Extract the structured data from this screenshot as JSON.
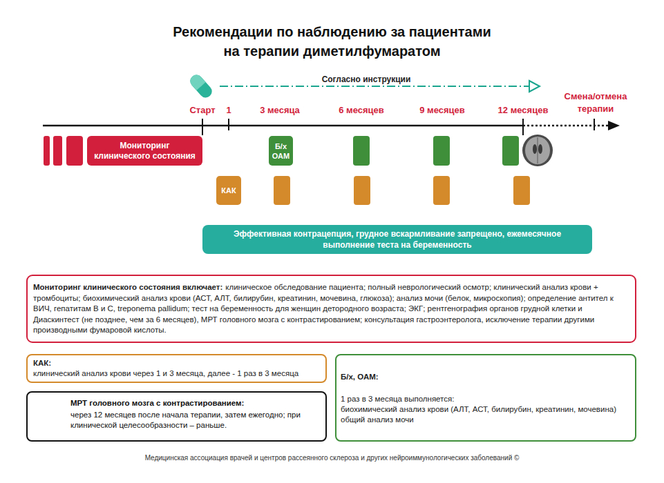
{
  "diagram": {
    "title": "Рекомендации по наблюдению за пациентами на терапии диметилфумаратом",
    "caption": "Медицинская ассоциация врачей и центров рассеянного склероза и других нейроиммунологических заболеваний ©",
    "nodes": [
      {
        "text": [
          "Мониторинг клинического состояния"
        ]
      },
      {
        "text": [
          "Б/х ОАМ"
        ]
      },
      {
        "text": [
          "КАК"
        ]
      },
      {
        "text": [
          "Эффективная контрацепция, грудное вскармливание запрещено, ежемесячное выполнение теста на беременность"
        ]
      },
      {
        "text": [
          "Мониторинг клинического состояния включает:",
          "клиническое обследование пациента; полный неврологический осмотр; клинический анализ крови + тромбоциты; биохимический анализ крови (АСТ, АЛТ, билирубин, креатинин, мочевина, глюкоза); анализ мочи (белок, микроскопия); определение антител к ВИЧ, гепатитам B и C, treponema pallidum; тест на беременность для женщин детородного возраста; ЭКГ; рентгенография органов грудной клетки и Диаскинтест (не позднее, чем за 6 месяцев), МРТ головного мозга с контрастированием; консультация гастроэнтеролога, исключение терапии другими производными фумаровой кислоты."
        ]
      },
      {
        "text": [
          "КАК:",
          "клинический анализ крови через 1 и 3 месяца, далее - 1 раз в 3 месяца"
        ]
      },
      {
        "text": [
          "Б/х, ОАМ:",
          "1 раз в 3 месяца выполняется:",
          "биохимический анализ крови (АЛТ, АСТ, билирубин, креатинин, мочевина)",
          "общий анализ мочи"
        ]
      },
      {
        "text": [
          "МРТ головного мозга с контрастированием:",
          "через 12 месяцев после начала терапии, затем ежегодно; при клинической целесообразности – раньше."
        ]
      }
    ],
    "labels": [
      "Согласно инструкции",
      "Старт",
      "1",
      "3 месяца",
      "6 месяцев",
      "9 месяцев",
      "12 месяцев",
      "Смена/отмена терапии"
    ]
  }
}
